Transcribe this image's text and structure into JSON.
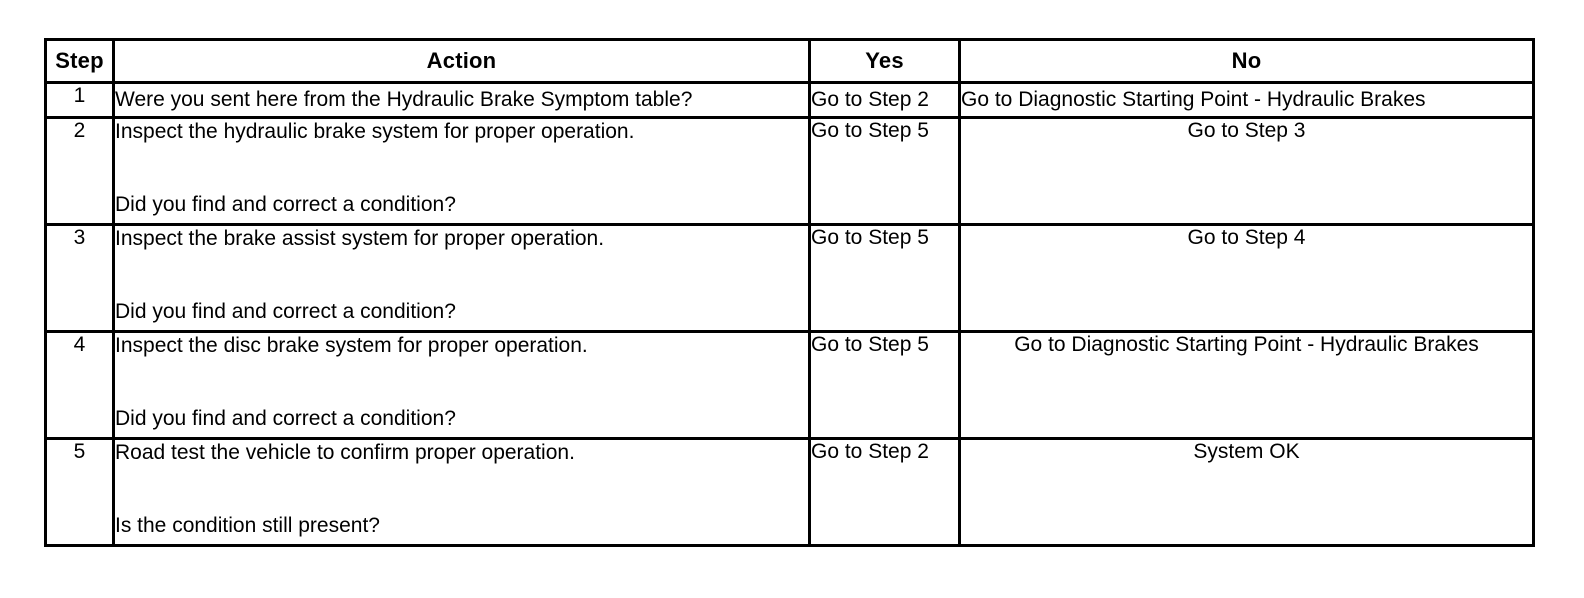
{
  "table": {
    "headers": {
      "step": "Step",
      "action": "Action",
      "yes": "Yes",
      "no": "No"
    },
    "rows": [
      {
        "step": "1",
        "action_line_1": "Were you sent here from the Hydraulic Brake Symptom table?",
        "action_line_2": "",
        "yes": "Go to Step 2",
        "no": "Go to Diagnostic Starting Point - Hydraulic Brakes"
      },
      {
        "step": "2",
        "action_line_1": "Inspect the hydraulic brake system for proper operation.",
        "action_line_2": "Did you find and correct a condition?",
        "yes": "Go to Step 5",
        "no": "Go to Step 3"
      },
      {
        "step": "3",
        "action_line_1": "Inspect the brake assist system for proper operation.",
        "action_line_2": "Did you find and correct a condition?",
        "yes": "Go to Step 5",
        "no": "Go to Step 4"
      },
      {
        "step": "4",
        "action_line_1": "Inspect the disc brake system for proper operation.",
        "action_line_2": "Did you find and correct a condition?",
        "yes": "Go to Step 5",
        "no": "Go to Diagnostic Starting Point - Hydraulic Brakes"
      },
      {
        "step": "5",
        "action_line_1": "Road test the vehicle to confirm proper operation.",
        "action_line_2": "Is the condition still present?",
        "yes": "Go to Step 2",
        "no": "System OK"
      }
    ]
  },
  "colors": {
    "border": "#000000",
    "text": "#000000",
    "background": "#ffffff"
  }
}
